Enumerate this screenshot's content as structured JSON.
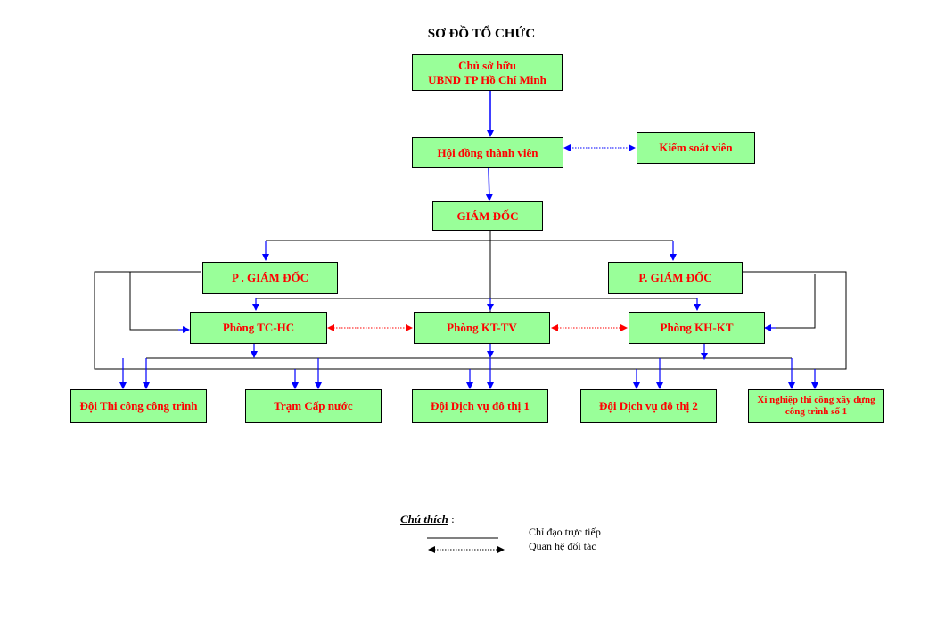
{
  "title": "SƠ ĐỒ TỔ CHỨC",
  "colors": {
    "box_fill": "#99ff99",
    "box_text": "#ff0000",
    "direct_line": "#0000ff",
    "partner_line": "#ff0000"
  },
  "nodes": {
    "owner": {
      "line1": "Chủ sở hữu",
      "line2": "UBND TP Hồ Chí Minh"
    },
    "board": "Hội đồng thành viên",
    "supervisor": "Kiểm soát viên",
    "director": "GIÁM ĐỐC",
    "deputy_left": "P . GIÁM ĐỐC",
    "deputy_right": "P. GIÁM ĐỐC",
    "dept_tchc": "Phòng TC-HC",
    "dept_kttv": "Phòng KT-TV",
    "dept_khkt": "Phòng KH-KT",
    "unit_construction": "Đội Thi công công trình",
    "unit_water": "Trạm Cấp nước",
    "unit_urban1": "Đội Dịch vụ đô thị 1",
    "unit_urban2": "Đội Dịch vụ đô thị 2",
    "unit_enterprise": {
      "line1": "Xí nghiệp thi công xây dựng",
      "line2": "công trình số 1"
    }
  },
  "legend": {
    "title": "Chú thích",
    "title_suffix": " :",
    "direct": "Chỉ đạo trực tiếp",
    "partner": "Quan hệ đối tác"
  }
}
